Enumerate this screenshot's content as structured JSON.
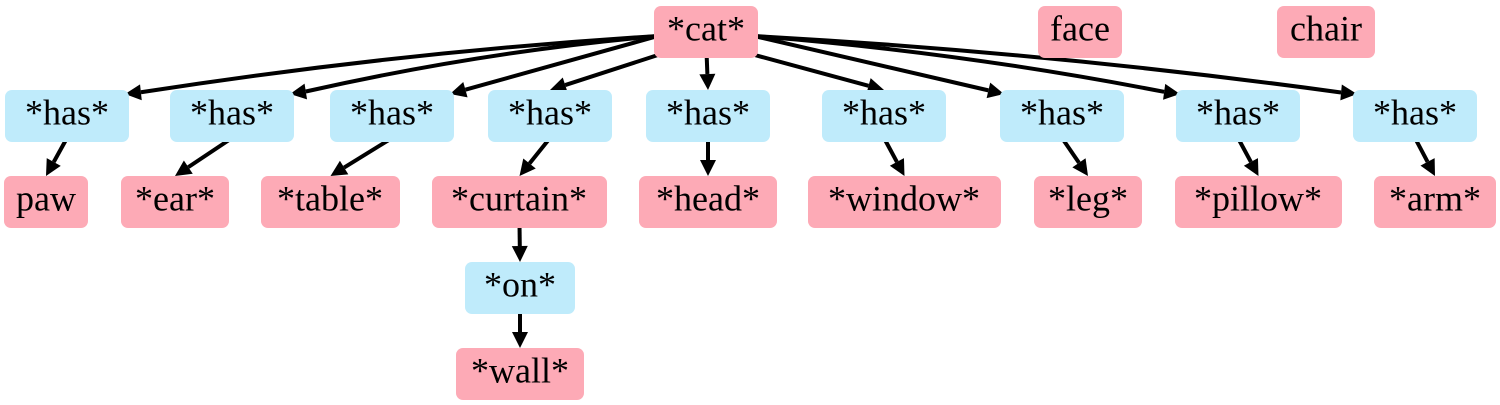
{
  "colors": {
    "object": "#fdaab6",
    "relation": "#bfebfb",
    "edge": "#000000"
  },
  "nodes": {
    "cat": {
      "label": "*cat*",
      "kind": "object"
    },
    "face": {
      "label": "face",
      "kind": "object"
    },
    "chair": {
      "label": "chair",
      "kind": "object"
    },
    "has1": {
      "label": "*has*",
      "kind": "relation"
    },
    "has2": {
      "label": "*has*",
      "kind": "relation"
    },
    "has3": {
      "label": "*has*",
      "kind": "relation"
    },
    "has4": {
      "label": "*has*",
      "kind": "relation"
    },
    "has5": {
      "label": "*has*",
      "kind": "relation"
    },
    "has6": {
      "label": "*has*",
      "kind": "relation"
    },
    "has7": {
      "label": "*has*",
      "kind": "relation"
    },
    "has8": {
      "label": "*has*",
      "kind": "relation"
    },
    "has9": {
      "label": "*has*",
      "kind": "relation"
    },
    "paw": {
      "label": "paw",
      "kind": "object"
    },
    "ear": {
      "label": "*ear*",
      "kind": "object"
    },
    "table": {
      "label": "*table*",
      "kind": "object"
    },
    "curtain": {
      "label": "*curtain*",
      "kind": "object"
    },
    "head": {
      "label": "*head*",
      "kind": "object"
    },
    "window": {
      "label": "*window*",
      "kind": "object"
    },
    "leg": {
      "label": "*leg*",
      "kind": "object"
    },
    "pillow": {
      "label": "*pillow*",
      "kind": "object"
    },
    "arm": {
      "label": "*arm*",
      "kind": "object"
    },
    "on": {
      "label": "*on*",
      "kind": "relation"
    },
    "wall": {
      "label": "*wall*",
      "kind": "object"
    }
  },
  "edges": [
    [
      "cat",
      "has1"
    ],
    [
      "cat",
      "has2"
    ],
    [
      "cat",
      "has3"
    ],
    [
      "cat",
      "has4"
    ],
    [
      "cat",
      "has5"
    ],
    [
      "cat",
      "has6"
    ],
    [
      "cat",
      "has7"
    ],
    [
      "cat",
      "has8"
    ],
    [
      "cat",
      "has9"
    ],
    [
      "has1",
      "paw"
    ],
    [
      "has2",
      "ear"
    ],
    [
      "has3",
      "table"
    ],
    [
      "has4",
      "curtain"
    ],
    [
      "has5",
      "head"
    ],
    [
      "has6",
      "window"
    ],
    [
      "has7",
      "leg"
    ],
    [
      "has8",
      "pillow"
    ],
    [
      "has9",
      "arm"
    ],
    [
      "curtain",
      "on"
    ],
    [
      "on",
      "wall"
    ]
  ]
}
